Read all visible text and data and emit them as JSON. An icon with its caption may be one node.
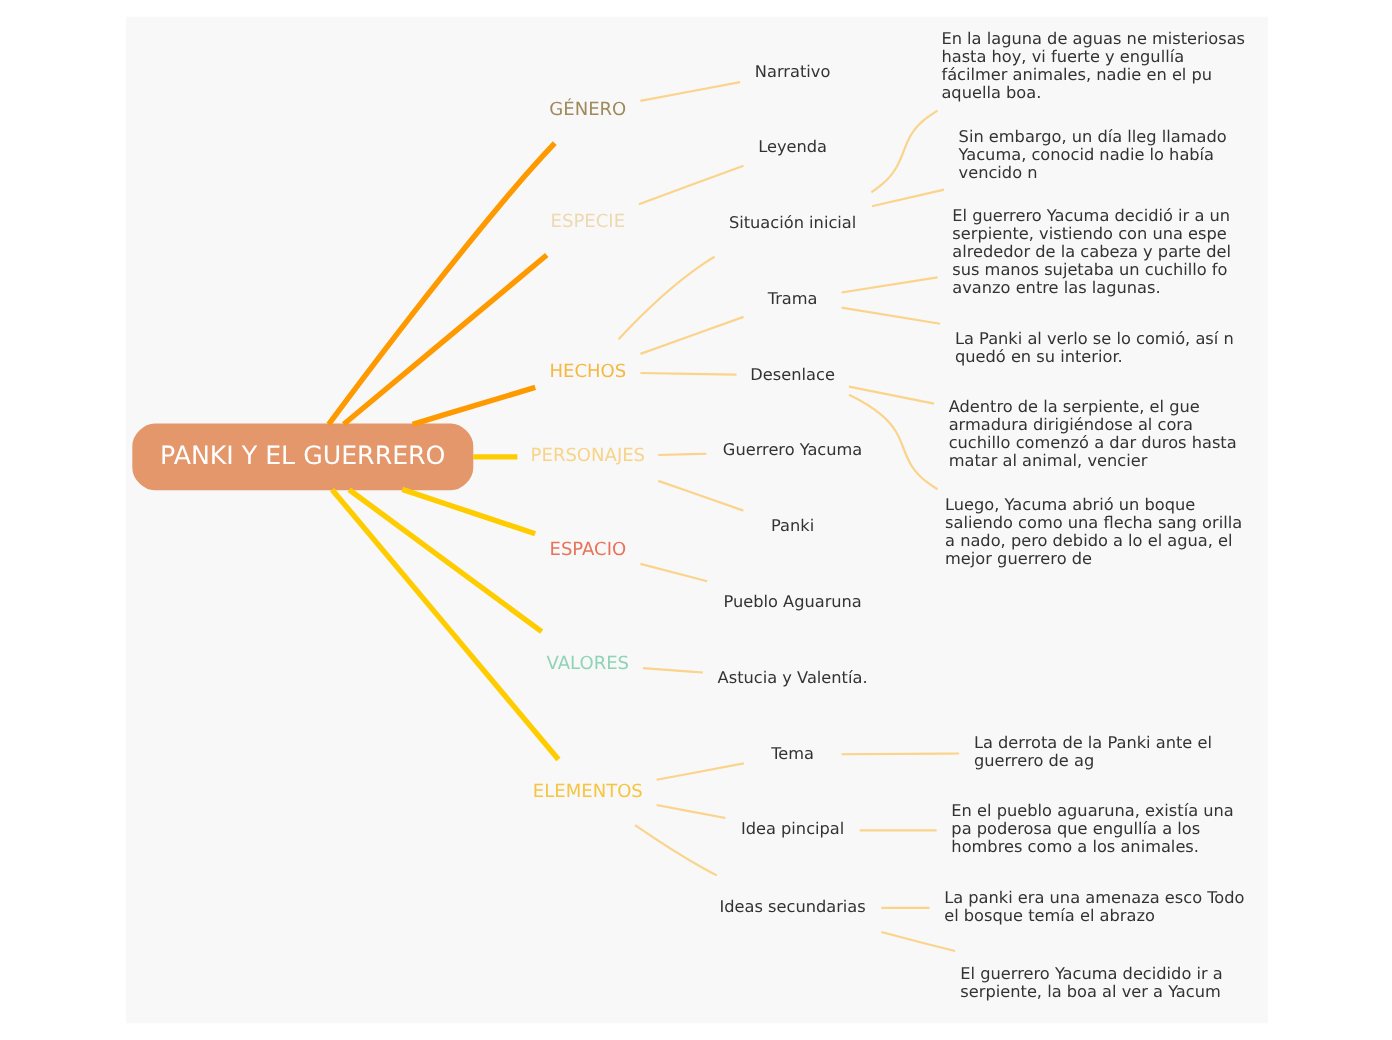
{
  "diagram": {
    "nodes": [
      {
        "text": [
          "PANKI Y EL GUERRERO"
        ]
      },
      {
        "text": [
          "GÉNERO"
        ]
      },
      {
        "text": [
          "Narrativo"
        ]
      },
      {
        "text": [
          "ESPECIE"
        ]
      },
      {
        "text": [
          "Leyenda"
        ]
      },
      {
        "text": [
          "HECHOS"
        ]
      },
      {
        "text": [
          "Situación inicial"
        ]
      },
      {
        "text": [
          "En la laguna de aguas ne misteriosas hasta hoy, vi fuerte y engullía fácilmer animales, nadie en el pu aquella boa."
        ]
      },
      {
        "text": [
          "Sin embargo, un día lleg llamado Yacuma, conocid nadie lo había vencido n"
        ]
      },
      {
        "text": [
          "Trama"
        ]
      },
      {
        "text": [
          "El guerrero Yacuma decidió ir a un serpiente, vistiendo con una espe alrededor de la cabeza y parte del sus manos sujetaba un cuchillo fo avanzo entre las lagunas."
        ]
      },
      {
        "text": [
          "La Panki al verlo se lo comió, así n quedó en su interior."
        ]
      },
      {
        "text": [
          "Desenlace"
        ]
      },
      {
        "text": [
          "Adentro de la serpiente, el gue armadura dirigiéndose al cora cuchillo comenzó a dar duros hasta matar al animal, vencier"
        ]
      },
      {
        "text": [
          "Luego, Yacuma abrió un boque saliendo como una flecha sang orilla a nado, pero debido a lo el agua, el mejor guerrero de"
        ]
      },
      {
        "text": [
          "PERSONAJES"
        ]
      },
      {
        "text": [
          "Guerrero Yacuma"
        ]
      },
      {
        "text": [
          "Panki"
        ]
      },
      {
        "text": [
          "ESPACIO"
        ]
      },
      {
        "text": [
          "Pueblo Aguaruna"
        ]
      },
      {
        "text": [
          "VALORES"
        ]
      },
      {
        "text": [
          "Astucia y Valentía."
        ]
      },
      {
        "text": [
          "ELEMENTOS"
        ]
      },
      {
        "text": [
          "Tema"
        ]
      },
      {
        "text": [
          "La derrota de la Panki ante el guerrero de ag"
        ]
      },
      {
        "text": [
          "Idea pincipal"
        ]
      },
      {
        "text": [
          "En el pueblo aguaruna, existía una pa poderosa que engullía a los hombres como a los animales."
        ]
      },
      {
        "text": [
          "Ideas secundarias"
        ]
      },
      {
        "text": [
          "La panki era una amenaza esco Todo el bosque temía el abrazo"
        ]
      },
      {
        "text": [
          "El guerrero Yacuma decidido ir a serpiente, la boa al ver a Yacum"
        ]
      }
    ],
    "edges": [
      {
        "from": 0,
        "to": 1,
        "arrow": "none",
        "style": "thick",
        "color": "#ff9900"
      },
      {
        "from": 1,
        "to": 2,
        "arrow": "none"
      },
      {
        "from": 0,
        "to": 3,
        "arrow": "none",
        "style": "thick",
        "color": "#ff9900"
      },
      {
        "from": 3,
        "to": 4,
        "arrow": "none"
      },
      {
        "from": 0,
        "to": 5,
        "arrow": "none",
        "style": "thick",
        "color": "#ff9900"
      },
      {
        "from": 5,
        "to": 6,
        "arrow": "none"
      },
      {
        "from": 6,
        "to": 7,
        "arrow": "none"
      },
      {
        "from": 6,
        "to": 8,
        "arrow": "none"
      },
      {
        "from": 5,
        "to": 9,
        "arrow": "none"
      },
      {
        "from": 9,
        "to": 10,
        "arrow": "none"
      },
      {
        "from": 9,
        "to": 11,
        "arrow": "none"
      },
      {
        "from": 5,
        "to": 12,
        "arrow": "none"
      },
      {
        "from": 12,
        "to": 13,
        "arrow": "none"
      },
      {
        "from": 12,
        "to": 14,
        "arrow": "none"
      },
      {
        "from": 0,
        "to": 15,
        "arrow": "none",
        "style": "thick",
        "color": "#ffcc00"
      },
      {
        "from": 15,
        "to": 16,
        "arrow": "none"
      },
      {
        "from": 15,
        "to": 17,
        "arrow": "none"
      },
      {
        "from": 0,
        "to": 18,
        "arrow": "none",
        "style": "thick",
        "color": "#ffcc00"
      },
      {
        "from": 18,
        "to": 19,
        "arrow": "none"
      },
      {
        "from": 0,
        "to": 20,
        "arrow": "none",
        "style": "thick",
        "color": "#ffcc00"
      },
      {
        "from": 20,
        "to": 21,
        "arrow": "none"
      },
      {
        "from": 0,
        "to": 22,
        "arrow": "none",
        "style": "thick",
        "color": "#ffcc00"
      },
      {
        "from": 22,
        "to": 23,
        "arrow": "none"
      },
      {
        "from": 23,
        "to": 24,
        "arrow": "none"
      },
      {
        "from": 22,
        "to": 25,
        "arrow": "none"
      },
      {
        "from": 25,
        "to": 26,
        "arrow": "none"
      },
      {
        "from": 22,
        "to": 27,
        "arrow": "none"
      },
      {
        "from": 27,
        "to": 28,
        "arrow": "none"
      },
      {
        "from": 27,
        "to": 29,
        "arrow": "none"
      }
    ]
  }
}
